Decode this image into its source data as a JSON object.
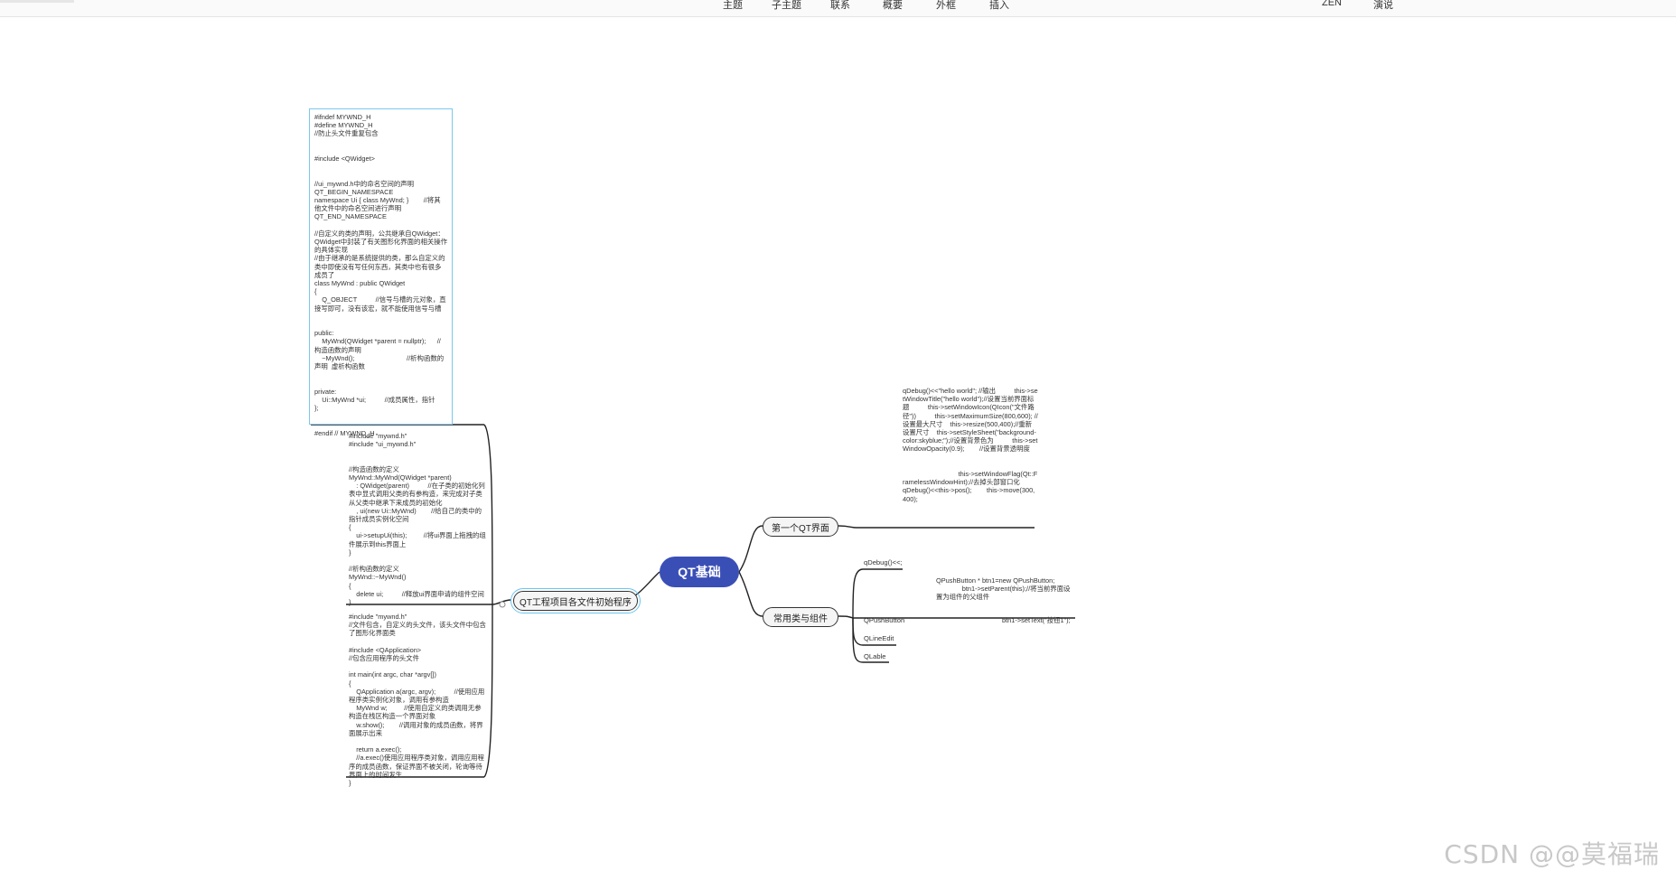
{
  "toolbar": {
    "items": [
      "主题",
      "子主题",
      "联系",
      "概要",
      "外框",
      "插入"
    ],
    "right_items": [
      "ZEN",
      "演说"
    ]
  },
  "root": {
    "label": "QT基础"
  },
  "branches": {
    "project": {
      "label": "QT工程项目各文件初始程序"
    },
    "first_ui": {
      "label": "第一个QT界面"
    },
    "controls": {
      "label": "常用类与组件"
    }
  },
  "notes": {
    "header_h": "#ifndef MYWND_H\n#define MYWND_H\n//防止头文件重复包含\n\n\n#include <QWidget>\n\n\n//ui_mywnd.h中的命名空间的声明\nQT_BEGIN_NAMESPACE\nnamespace Ui { class MyWnd; }        //将其他文件中的命名空间进行声明\nQT_END_NAMESPACE\n\n//自定义的类的声明，公共继承自QWidget：QWidget中封装了有关图形化界面的相关操作的具体实现\n//由于继承的是系统提供的类，那么自定义的类中即使没有写任何东西，其类中也有很多成员了\nclass MyWnd : public QWidget\n{\n    Q_OBJECT          //信号与槽的元对象，直接写即可，没有该宏，就不能使用信号与槽\n\n\npublic:\n    MyWnd(QWidget *parent = nullptr);      //构造函数的声明\n    ~MyWnd();                            //析构函数的声明  虚析构函数\n\n\nprivate:\n    Ui::MyWnd *ui;          //成员属性，指针\n};\n\n\n#endif // MYWND_H",
    "mywnd_cpp": "#include \"mywnd.h\"\n#include \"ui_mywnd.h\"\n\n\n//构造函数的定义\nMyWnd::MyWnd(QWidget *parent)\n    : QWidget(parent)          //在子类的初始化列表中显式调用父类的有参构造，来完成对子类从父类中继承下来成员的初始化\n    , ui(new Ui::MyWnd)        //给自己的类中的指针成员实例化空间\n{\n    ui->setupUi(this);         //将ui界面上拖拽的组件展示到this界面上\n}\n\n//析构函数的定义\nMyWnd::~MyWnd()\n{\n    delete ui;          //释放ui界面申请的组件空间\n}",
    "main_cpp": "#include \"mywnd.h\"\n//文件包含，自定义的头文件，该头文件中包含了图形化界面类\n\n#include <QApplication>\n//包含应用程序的头文件\n\nint main(int argc, char *argv[])\n{\n    QApplication a(argc, argv);          //使用应用程序类实例化对象，调用有参构造\n    MyWnd w;         //使用自定义的类调用无参构造在栈区构造一个界面对象\n    w.show();        //调用对象的成员函数，将界面展示出来\n\n    return a.exec();\n    //a.exec()使用应用程序类对象，调用应用程序的成员函数，保证界面不被关闭，轮询等待界面上的时间发生\n}",
    "first_ui_code": "qDebug()<<\"hello world\"; //输出          this->setWindowTitle(\"hello world\");//设置当前界面标题          this->setWindowIcon(QIcon(\"文件路径\"))          this->setMaximumSize(800,600); //设置最大尺寸    this->resize(500,400);//重新设置尺寸    this->setStyleSheet(\"background-color:skyblue;\");//设置背景色为          this->setWindowOpacity(0.9);        //设置背景透明度\n\n\n                              this->setWindowFlag(Qt::FramelessWindowHint);//去掉头部窗口化\nqDebug()<<this->pos();        this->move(300,400);",
    "qpushbutton_code": "QPushButton * btn1=new QPushButton;\n              btn1->setParent(this);//将当前界面设置为组件的父组件",
    "qpushbutton_settext": "btn1->setText(\"按钮1\");"
  },
  "leaves": {
    "qdebug": "qDebug()<<;",
    "qpushbutton": "QPushButton",
    "qlineedit": "QLineEdit",
    "qlable": "QLable"
  },
  "watermark": "CSDN @@莫福瑞",
  "colors": {
    "root_fill": "#3a4fb6",
    "selection": "#6cc4ef",
    "note_border": "#7cc7ee",
    "line": "#222222"
  }
}
